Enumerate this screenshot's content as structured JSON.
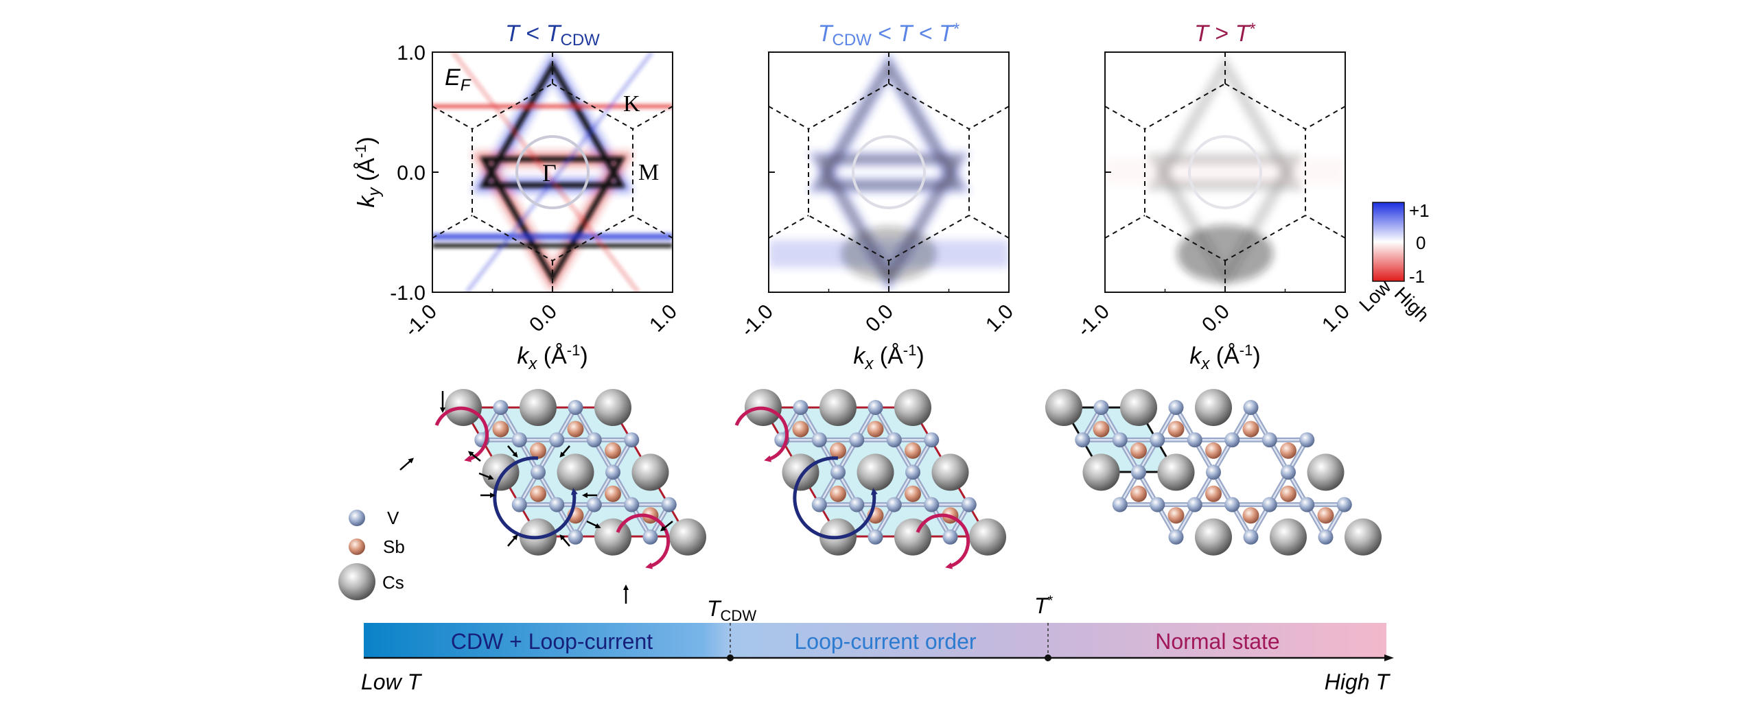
{
  "panels": [
    {
      "title": {
        "main": "T",
        "op": " < ",
        "var": "T",
        "sub": "CDW",
        "rest": "",
        "color": "#1f3a9e"
      },
      "corner_label": {
        "main": "E",
        "sub": "F"
      },
      "points": {
        "K": "K",
        "M": "M",
        "Gamma": "Γ"
      }
    },
    {
      "title": {
        "main": "T",
        "sub": "CDW",
        "mid": " < ",
        "var": "T",
        "op2": " < ",
        "var2": "T",
        "sup": "*",
        "color": "#5a84e6"
      }
    },
    {
      "title": {
        "main": "T",
        "op": " > ",
        "var": "T",
        "sup": "*",
        "color": "#9b1a4d"
      }
    }
  ],
  "axes": {
    "x_label": {
      "var": "k",
      "sub": "x",
      "unit": " (Å",
      "sup": "-1",
      "close": ")"
    },
    "y_label": {
      "var": "k",
      "sub": "y",
      "unit": " (Å",
      "sup": "-1",
      "close": ")"
    },
    "x_ticks": [
      "-1.0",
      "0.0",
      "1.0"
    ],
    "y_ticks": [
      "1.0",
      "0.0",
      "-1.0"
    ]
  },
  "colorbar": {
    "max": "+1",
    "mid": "0",
    "min": "-1",
    "high": "High",
    "low": "Low",
    "colors": [
      "#1a2ee0",
      "#ffffff",
      "#e01a1a"
    ]
  },
  "legend": {
    "items": [
      {
        "label": "V",
        "color": "#8a9bc0"
      },
      {
        "label": "Sb",
        "color": "#c98870"
      },
      {
        "label": "Cs",
        "color": "#8c8c8c"
      }
    ]
  },
  "timeline": {
    "marks": [
      {
        "main": "T",
        "sub": "CDW"
      },
      {
        "main": "T",
        "sup": "*"
      }
    ],
    "segments": [
      {
        "label": "CDW + Loop-current",
        "color": "#16207a"
      },
      {
        "label": "Loop-current order",
        "color": "#2c7bd0"
      },
      {
        "label": "Normal state",
        "color": "#a0175a"
      }
    ],
    "low": "Low T",
    "high": "High T"
  }
}
